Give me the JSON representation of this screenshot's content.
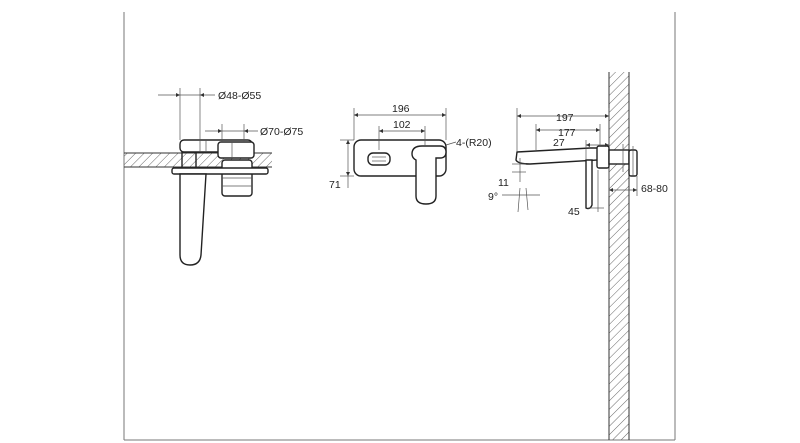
{
  "top_view": {
    "dims": {
      "outer_diameter": "Ø48-Ø55",
      "inner_diameter": "Ø70-Ø75"
    }
  },
  "front_view": {
    "dims": {
      "plate_width": "196",
      "hole_spacing": "102",
      "plate_height": "71",
      "corner_radius": "4-(R20)"
    }
  },
  "side_view": {
    "dims": {
      "total_length": "197",
      "spout_length": "177",
      "inner_offset": "27",
      "spout_drop": "11",
      "angle": "9°",
      "depth": "45",
      "wall_range": "68-80"
    }
  }
}
